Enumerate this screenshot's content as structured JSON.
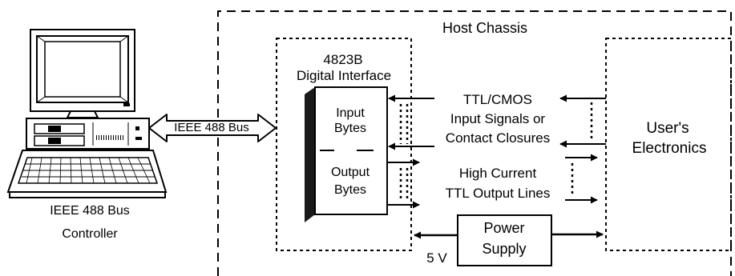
{
  "host_chassis": {
    "title": "Host Chassis"
  },
  "controller": {
    "label_line1": "IEEE 488 Bus",
    "label_line2": "Controller",
    "icon": "desktop-computer-icon"
  },
  "bus": {
    "label": "IEEE 488 Bus"
  },
  "interface": {
    "title_line1": "4823B",
    "title_line2": "Digital Interface",
    "input_line1": "Input",
    "input_line2": "Bytes",
    "output_line1": "Output",
    "output_line2": "Bytes"
  },
  "signals": {
    "input_line1": "TTL/CMOS",
    "input_line2": "Input Signals or",
    "input_line3": "Contact Closures",
    "output_line1": "High Current",
    "output_line2": "TTL Output Lines"
  },
  "users_electronics": {
    "line1": "User's",
    "line2": "Electronics"
  },
  "power_supply": {
    "line1": "Power",
    "line2": "Supply",
    "voltage": "5 V"
  }
}
